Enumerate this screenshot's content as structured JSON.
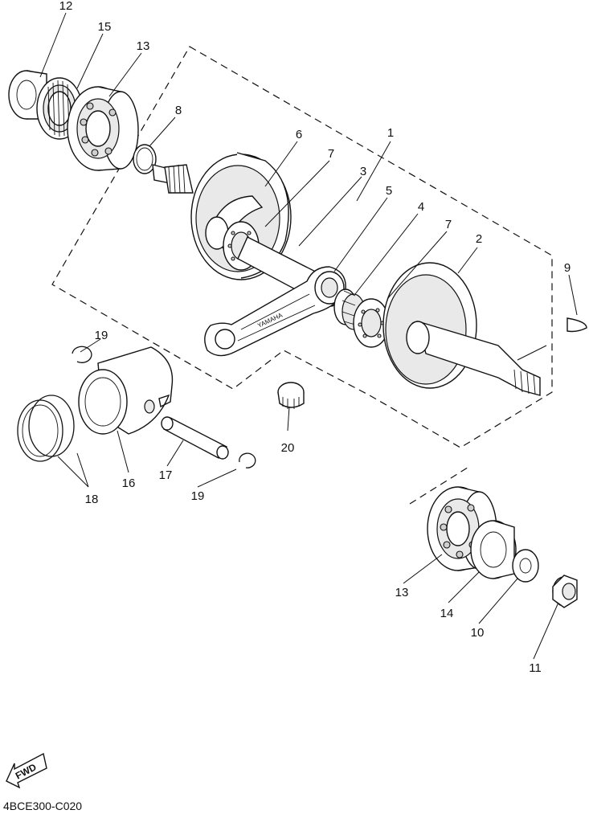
{
  "diagram_code": "4BCE300-C020",
  "fwd_label": "FWD",
  "rod_marking": "YAMAHA",
  "callouts": [
    {
      "key": "c1",
      "label": "1"
    },
    {
      "key": "c2",
      "label": "2"
    },
    {
      "key": "c3",
      "label": "3"
    },
    {
      "key": "c4",
      "label": "4"
    },
    {
      "key": "c5",
      "label": "5"
    },
    {
      "key": "c6",
      "label": "6"
    },
    {
      "key": "c7a",
      "label": "7"
    },
    {
      "key": "c7b",
      "label": "7"
    },
    {
      "key": "c8",
      "label": "8"
    },
    {
      "key": "c9",
      "label": "9"
    },
    {
      "key": "c10",
      "label": "10"
    },
    {
      "key": "c11",
      "label": "11"
    },
    {
      "key": "c12",
      "label": "12"
    },
    {
      "key": "c13a",
      "label": "13"
    },
    {
      "key": "c13b",
      "label": "13"
    },
    {
      "key": "c14",
      "label": "14"
    },
    {
      "key": "c15",
      "label": "15"
    },
    {
      "key": "c16",
      "label": "16"
    },
    {
      "key": "c17",
      "label": "17"
    },
    {
      "key": "c18",
      "label": "18"
    },
    {
      "key": "c19a",
      "label": "19"
    },
    {
      "key": "c19b",
      "label": "19"
    },
    {
      "key": "c20",
      "label": "20"
    }
  ]
}
